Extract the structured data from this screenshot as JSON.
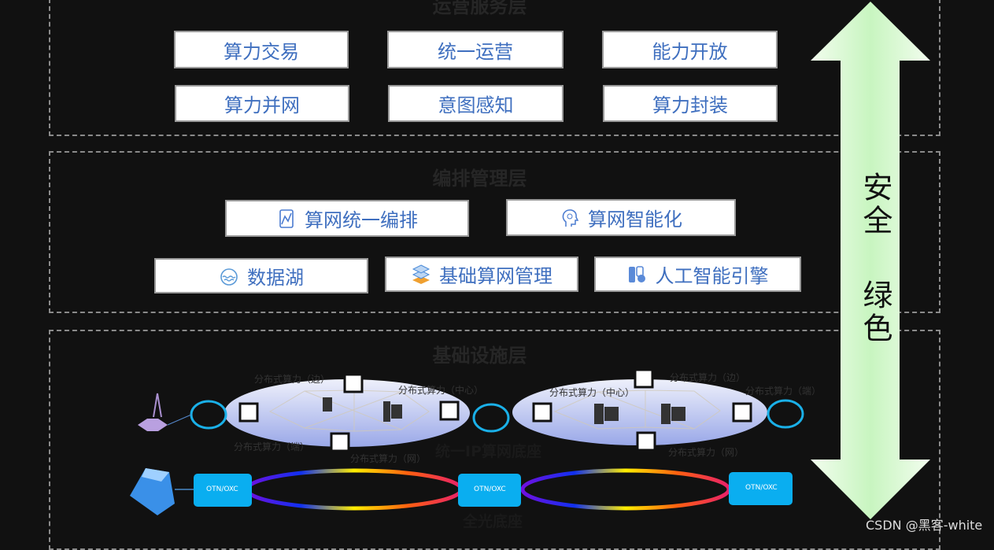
{
  "layers": {
    "service": {
      "title": "运营服务层",
      "items": [
        "算力交易",
        "统一运营",
        "能力开放",
        "算力并网",
        "意图感知",
        "算力封装"
      ]
    },
    "orchestration": {
      "title": "编排管理层",
      "items": [
        {
          "label": "算网统一编排",
          "icon": "chart-tablet-icon"
        },
        {
          "label": "算网智能化",
          "icon": "ai-head-icon"
        },
        {
          "label": "数据湖",
          "icon": "water-icon"
        },
        {
          "label": "基础算网管理",
          "icon": "layers-icon"
        },
        {
          "label": "人工智能引擎",
          "icon": "ai-engine-icon"
        }
      ]
    },
    "infrastructure": {
      "title": "基础设施层",
      "labels": {
        "edge": "分布式算力（边）",
        "center": "分布式算力（中心）",
        "end": "分布式算力（端）",
        "net": "分布式算力（网）"
      },
      "ip_base": "统一IP算网底座",
      "optical_base": "全光底座",
      "otn": "OTN/OXC"
    }
  },
  "security": {
    "line1": "安全",
    "line2": "绿色"
  },
  "colors": {
    "button_text": "#3f6fbf",
    "arrow": "#d8f7d0",
    "otn": "#0aaef0",
    "router": "#1ab0e8"
  },
  "watermark": "CSDN @黑客-white"
}
